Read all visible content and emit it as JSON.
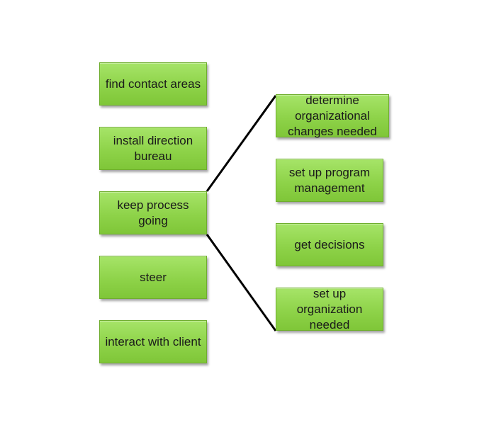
{
  "diagram": {
    "left_nodes": [
      {
        "label": "find contact areas"
      },
      {
        "label": "install direction bureau"
      },
      {
        "label": "keep process going"
      },
      {
        "label": "steer"
      },
      {
        "label": "interact with client"
      }
    ],
    "right_nodes": [
      {
        "label": "determine organizational changes needed"
      },
      {
        "label": "set up program management"
      },
      {
        "label": "get decisions"
      },
      {
        "label": "set up organization needed"
      }
    ],
    "connection": {
      "from": "keep process going",
      "to_range": [
        "determine organizational changes needed",
        "set up organization needed"
      ]
    },
    "colors": {
      "node_fill": "#8ed349",
      "node_border": "#6fae2e",
      "connector": "#000000",
      "text": "#1a1a1a"
    }
  }
}
